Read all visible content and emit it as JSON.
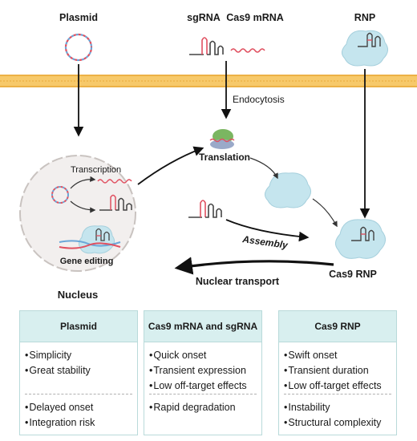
{
  "diagram": {
    "top_labels": {
      "plasmid": "Plasmid",
      "sgrna": "sgRNA",
      "cas9_mrna": "Cas9 mRNA",
      "rnp": "RNP"
    },
    "process_labels": {
      "endocytosis": "Endocytosis",
      "transcription": "Transcription",
      "translation": "Translation",
      "gene_editing": "Gene editing",
      "nucleus": "Nucleus",
      "assembly": "Assembly",
      "cas9_rnp": "Cas9 RNP",
      "nuclear_transport": "Nuclear transport"
    },
    "colors": {
      "membrane": "#f7c96a",
      "cas9_protein": "#c5e5ee",
      "rna": "#e05060",
      "nucleus_fill": "#f2efee"
    }
  },
  "comparison": [
    {
      "title": "Plasmid",
      "pros": [
        "Simplicity",
        "Great stability"
      ],
      "cons": [
        "Delayed onset",
        "Integration risk"
      ]
    },
    {
      "title": "Cas9 mRNA and sgRNA",
      "pros": [
        "Quick onset",
        "Transient expression",
        "Low off-target effects"
      ],
      "cons": [
        "Rapid degradation"
      ]
    },
    {
      "title": "Cas9 RNP",
      "pros": [
        "Swift onset",
        "Transient duration",
        "Low off-target effects"
      ],
      "cons": [
        "Instability",
        "Structural complexity"
      ]
    }
  ]
}
